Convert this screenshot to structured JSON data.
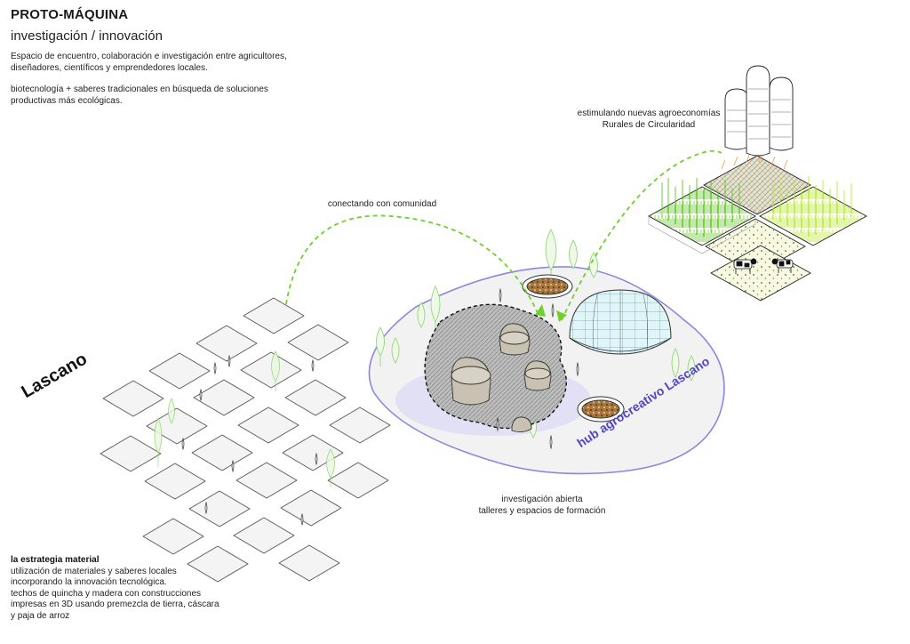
{
  "header": {
    "title": "PROTO-MÁQUINA",
    "subtitle": "investigación / innovación"
  },
  "intro": {
    "paragraph_1": "Espacio de encuentro, colaboración e investigación entre agricultores, diseñadores, científicos y emprendedores locales.",
    "paragraph_2": "biotecnología + saberes tradicionales en búsqueda de soluciones productivas más ecológicas."
  },
  "labels": {
    "agroeconomias_line_1": "estimulando nuevas agroeconomías",
    "agroeconomias_line_2": "Rurales de Circularidad",
    "comunidad": "conectando con comunidad",
    "investigacion_line_1": "investigación abierta",
    "investigacion_line_2": "talleres y espacios de formación",
    "town": "Lascano",
    "hub": "hub agrocreativo Lascano"
  },
  "material": {
    "heading": "la estrategia material",
    "line_1": "utilización de materiales y saberes locales",
    "line_2": "incorporando la innovación tecnológica.",
    "line_3": "techos de quincha y madera con construcciones",
    "line_4": "impresas en 3D usando premezcla de tierra, cáscara",
    "line_5": "y paja de arroz"
  },
  "colors": {
    "text": "#1a1a1a",
    "hub_label": "#5145c9",
    "hub_outline": "#8d86e0",
    "arrow_green": "#6ed12c",
    "crop_green": "#7fd43a",
    "crop_yellow": "#c8f03a",
    "dome_cyan": "#cdeff4",
    "plaza_gray": "#f3f3f3"
  },
  "icons": {
    "silos": "silos-icon",
    "cow": "cow-icon",
    "tree": "tree-icon",
    "person": "person-icon",
    "dome": "dome-icon"
  }
}
